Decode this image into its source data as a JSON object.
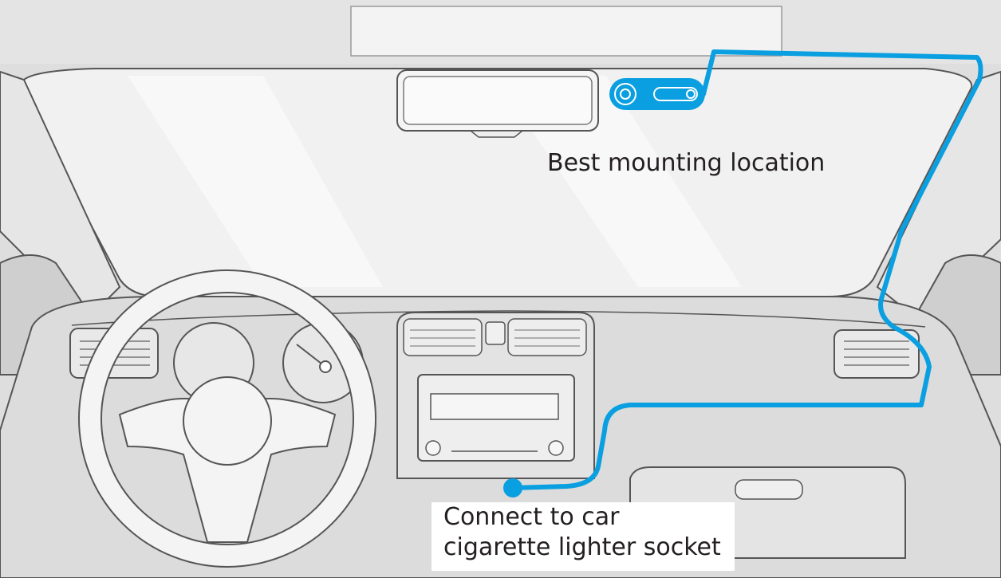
{
  "labels": {
    "mount": "Best mounting location",
    "connect_line1": "Connect to car",
    "connect_line2": "cigarette lighter socket"
  },
  "colors": {
    "cable": "#0a9fe0",
    "outline": "#555555",
    "interior_fill": "#dcdcdc",
    "windshield_fill": "#f2f2f2"
  },
  "icons": {
    "dashcam": "dash-camera-icon",
    "socket": "power-socket-icon"
  }
}
